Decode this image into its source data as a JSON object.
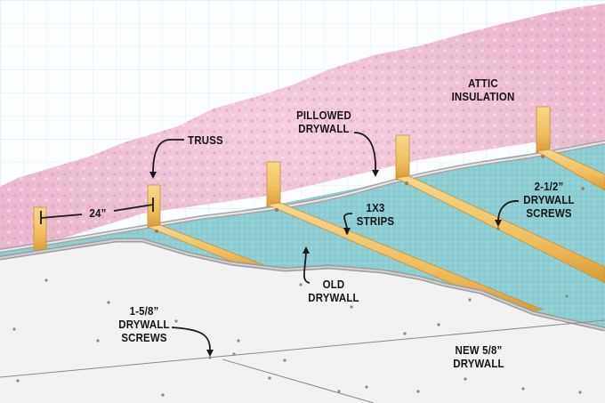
{
  "diagram": {
    "type": "construction-cross-section",
    "subject": "New drywall installed over old ceiling drywall using furring strips",
    "colors": {
      "background": "#fbfdfe",
      "grid": "#dbeef3",
      "insulation": "#f1c9da",
      "insulation_dark": "#d98fb3",
      "old_drywall": "#8fcfd3",
      "drywall_edge": "#a9a9a9",
      "wood": "#f3c46a",
      "wood_dark": "#c98a2a",
      "new_drywall": "#f2f2f2",
      "label_text": "#141414"
    }
  },
  "labels": {
    "attic_insulation": {
      "line1": "ATTIC",
      "line2": "INSULATION"
    },
    "pillowed_drywall": {
      "line1": "PILLOWED",
      "line2": "DRYWALL"
    },
    "truss": {
      "line1": "TRUSS"
    },
    "spacing": {
      "line1": "24”"
    },
    "strips": {
      "line1": "1X3",
      "line2": "STRIPS"
    },
    "screws_long": {
      "line1": "2-1/2”",
      "line2": "DRYWALL",
      "line3": "SCREWS"
    },
    "old_drywall": {
      "line1": "OLD",
      "line2": "DRYWALL"
    },
    "screws_short": {
      "line1": "1-5/8”",
      "line2": "DRYWALL",
      "line3": "SCREWS"
    },
    "new_drywall": {
      "line1": "NEW 5/8”",
      "line2": "DRYWALL"
    }
  }
}
